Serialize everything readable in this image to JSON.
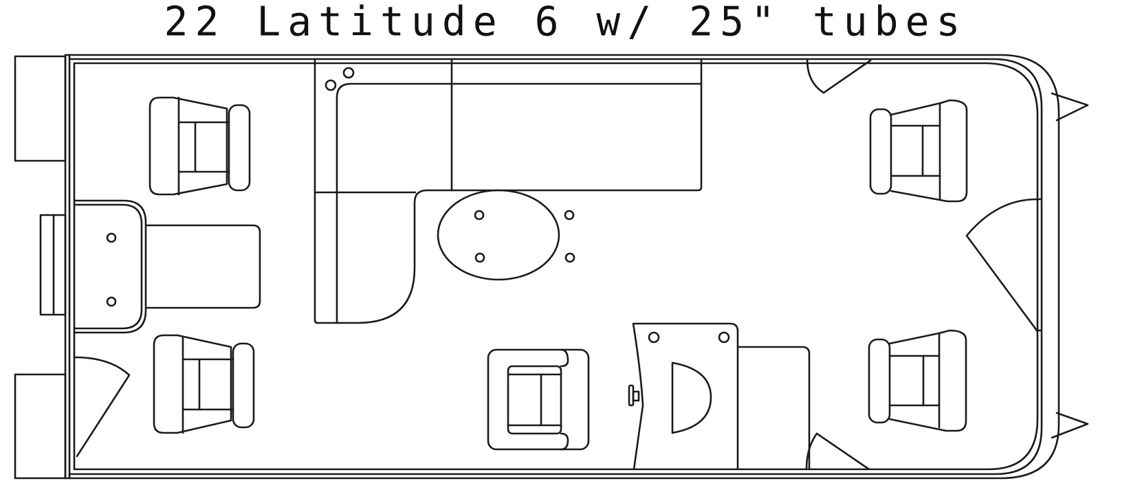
{
  "title": "22 Latitude 6 w/ 25\" tubes",
  "diagram": {
    "type": "boat-floor-plan",
    "model": "22 Latitude 6",
    "tube_size": "25\"",
    "colors": {
      "line": "#1a1a1a",
      "background": "#ffffff"
    },
    "elements": [
      {
        "name": "stern-swim-platform-left",
        "kind": "platform"
      },
      {
        "name": "stern-ladder",
        "kind": "ladder"
      },
      {
        "name": "stern-swim-platform-right",
        "kind": "platform"
      },
      {
        "name": "rear-fishing-seat-top",
        "kind": "swivel-seat"
      },
      {
        "name": "rear-fishing-seat-bottom",
        "kind": "swivel-seat"
      },
      {
        "name": "rear-lounge",
        "kind": "lounge",
        "cupholders": 2
      },
      {
        "name": "stern-gate",
        "kind": "gate"
      },
      {
        "name": "l-shaped-couch",
        "kind": "couch",
        "cupholders": 2
      },
      {
        "name": "oval-table",
        "kind": "table",
        "cupholders": 4
      },
      {
        "name": "captain-chair",
        "kind": "helm-seat"
      },
      {
        "name": "helm-console",
        "kind": "console",
        "cupholders": 2
      },
      {
        "name": "steering-wheel",
        "kind": "steering"
      },
      {
        "name": "console-storage",
        "kind": "storage"
      },
      {
        "name": "port-gate",
        "kind": "gate"
      },
      {
        "name": "starboard-gate",
        "kind": "gate"
      },
      {
        "name": "bow-gate",
        "kind": "gate"
      },
      {
        "name": "bow-seat-top",
        "kind": "swivel-seat"
      },
      {
        "name": "bow-seat-bottom",
        "kind": "swivel-seat"
      },
      {
        "name": "pontoon-nose-top",
        "kind": "tube-nose"
      },
      {
        "name": "pontoon-nose-bottom",
        "kind": "tube-nose"
      }
    ]
  }
}
